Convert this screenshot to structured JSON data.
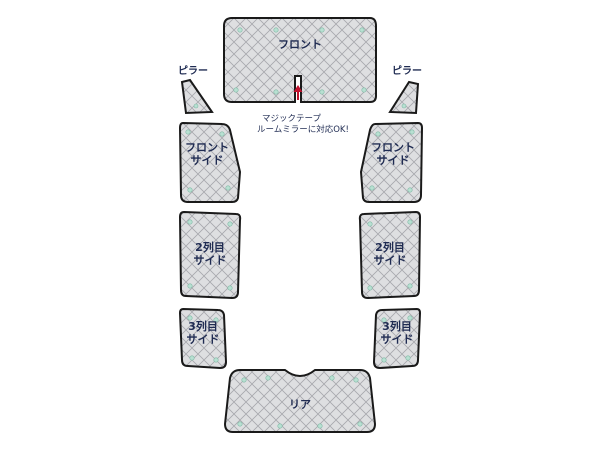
{
  "colors": {
    "panel_fill": "#dedfe1",
    "panel_border": "#1a1a1a",
    "quilt_line": "#a7a8ad",
    "suction_cup": "#b8e0d2",
    "text": "#1f2b52",
    "arrow": "#c0112d"
  },
  "panels": {
    "front": "フロント",
    "pillar_left": "ピラー",
    "pillar_right": "ピラー",
    "front_side_left": "フロント\nサイド",
    "front_side_right": "フロント\nサイド",
    "row2_side_left": "2列目\nサイド",
    "row2_side_right": "2列目\nサイド",
    "row3_side_left": "3列目\nサイド",
    "row3_side_right": "3列目\nサイド",
    "rear": "リア"
  },
  "annotation": {
    "line1": "マジックテープ",
    "line2": "ルームミラーに対応OK!"
  }
}
